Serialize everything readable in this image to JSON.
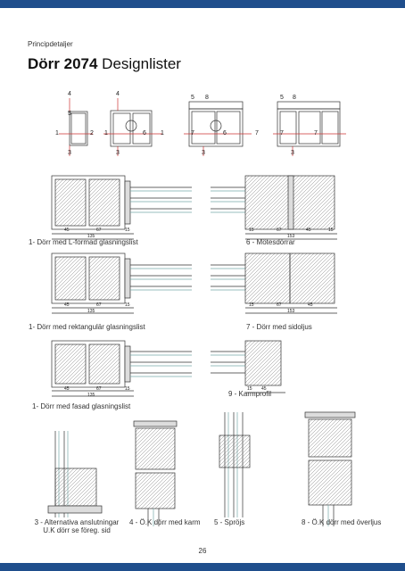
{
  "header": {
    "section": "Principdetaljer",
    "title_bold": "Dörr 2074",
    "title_rest": " Designlister"
  },
  "views": {
    "v1": {
      "top": "4",
      "mid": "5",
      "left": "1",
      "right": "2",
      "bottom": "3"
    },
    "v2": {
      "top": "4",
      "left": "1",
      "center": "6",
      "right": "1",
      "bottom": "3"
    },
    "v3": {
      "top_a": "5",
      "top_b": "8",
      "left": "7",
      "center": "6",
      "right": "7",
      "bottom": "3"
    },
    "v4": {
      "top_a": "5",
      "top_b": "8",
      "left": "7",
      "right": "7",
      "bottom": "3"
    }
  },
  "details": [
    {
      "caption": "1- Dörr med L-formad glasningslist",
      "dims": [
        "45",
        "67",
        "15",
        "135"
      ]
    },
    {
      "caption": "6 - Mötesdörrar",
      "dims": [
        "15",
        "67",
        "45",
        "15",
        "153"
      ]
    },
    {
      "caption": "1- Dörr med rektangulär glasningslist",
      "dims": [
        "45",
        "67",
        "15",
        "135"
      ]
    },
    {
      "caption": "7 - Dörr med sidoljus",
      "dims": [
        "15",
        "67",
        "45",
        "153"
      ]
    },
    {
      "caption": "1- Dörr med fasad glasningslist",
      "dims": [
        "45",
        "67",
        "15",
        "135"
      ]
    },
    {
      "caption": "9 - Karmprofil",
      "dims": [
        "15",
        "45"
      ]
    },
    {
      "caption": "3 - Alternativa anslutningar\nU.K dörr se föreg. sid"
    },
    {
      "caption": "4 - Ö.K dörr med karm"
    },
    {
      "caption": "5 - Spröjs"
    },
    {
      "caption": "8 - Ö.K dörr med överljus"
    }
  ],
  "page": "26"
}
